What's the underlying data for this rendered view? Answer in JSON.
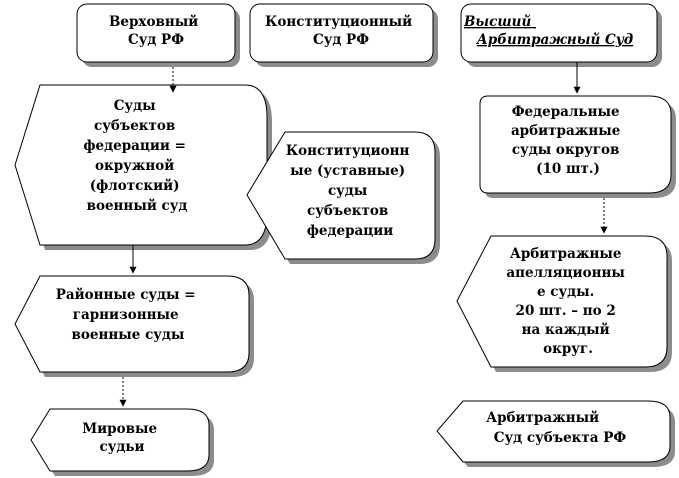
{
  "nodes": {
    "supreme": {
      "lines": [
        "Верховный",
        "Суд РФ"
      ]
    },
    "constitutional": {
      "lines": [
        "Конституционный",
        "Суд РФ"
      ]
    },
    "arbitration_supreme": {
      "lines": [
        "Высший",
        "Арбитражный Суд"
      ]
    },
    "military_district": {
      "lines": [
        "Суды",
        "субъектов",
        "федерации =",
        "окружной",
        "(флотский)",
        "военный суд"
      ]
    },
    "garrison": {
      "lines": [
        "Районные суды =",
        "гарнизонные",
        "военные суды"
      ]
    },
    "justices_peace": {
      "lines": [
        "Мировые",
        "судьи"
      ]
    },
    "charter_courts": {
      "lines": [
        "Конституционн",
        "ые (уставные)",
        "суды",
        "субъектов",
        "федерации"
      ]
    },
    "federal_arbitration": {
      "lines": [
        "Федеральные",
        "арбитражные",
        "суды округов",
        "(10 шт.)"
      ]
    },
    "appeal_arbitration": {
      "lines": [
        "Арбитражные",
        "апелляционны",
        "е суды.",
        "20 шт. – по 2",
        "на каждый",
        "округ."
      ]
    },
    "subject_arbitration": {
      "lines": [
        "Арбитражный",
        "Суд субъекта РФ"
      ]
    }
  }
}
